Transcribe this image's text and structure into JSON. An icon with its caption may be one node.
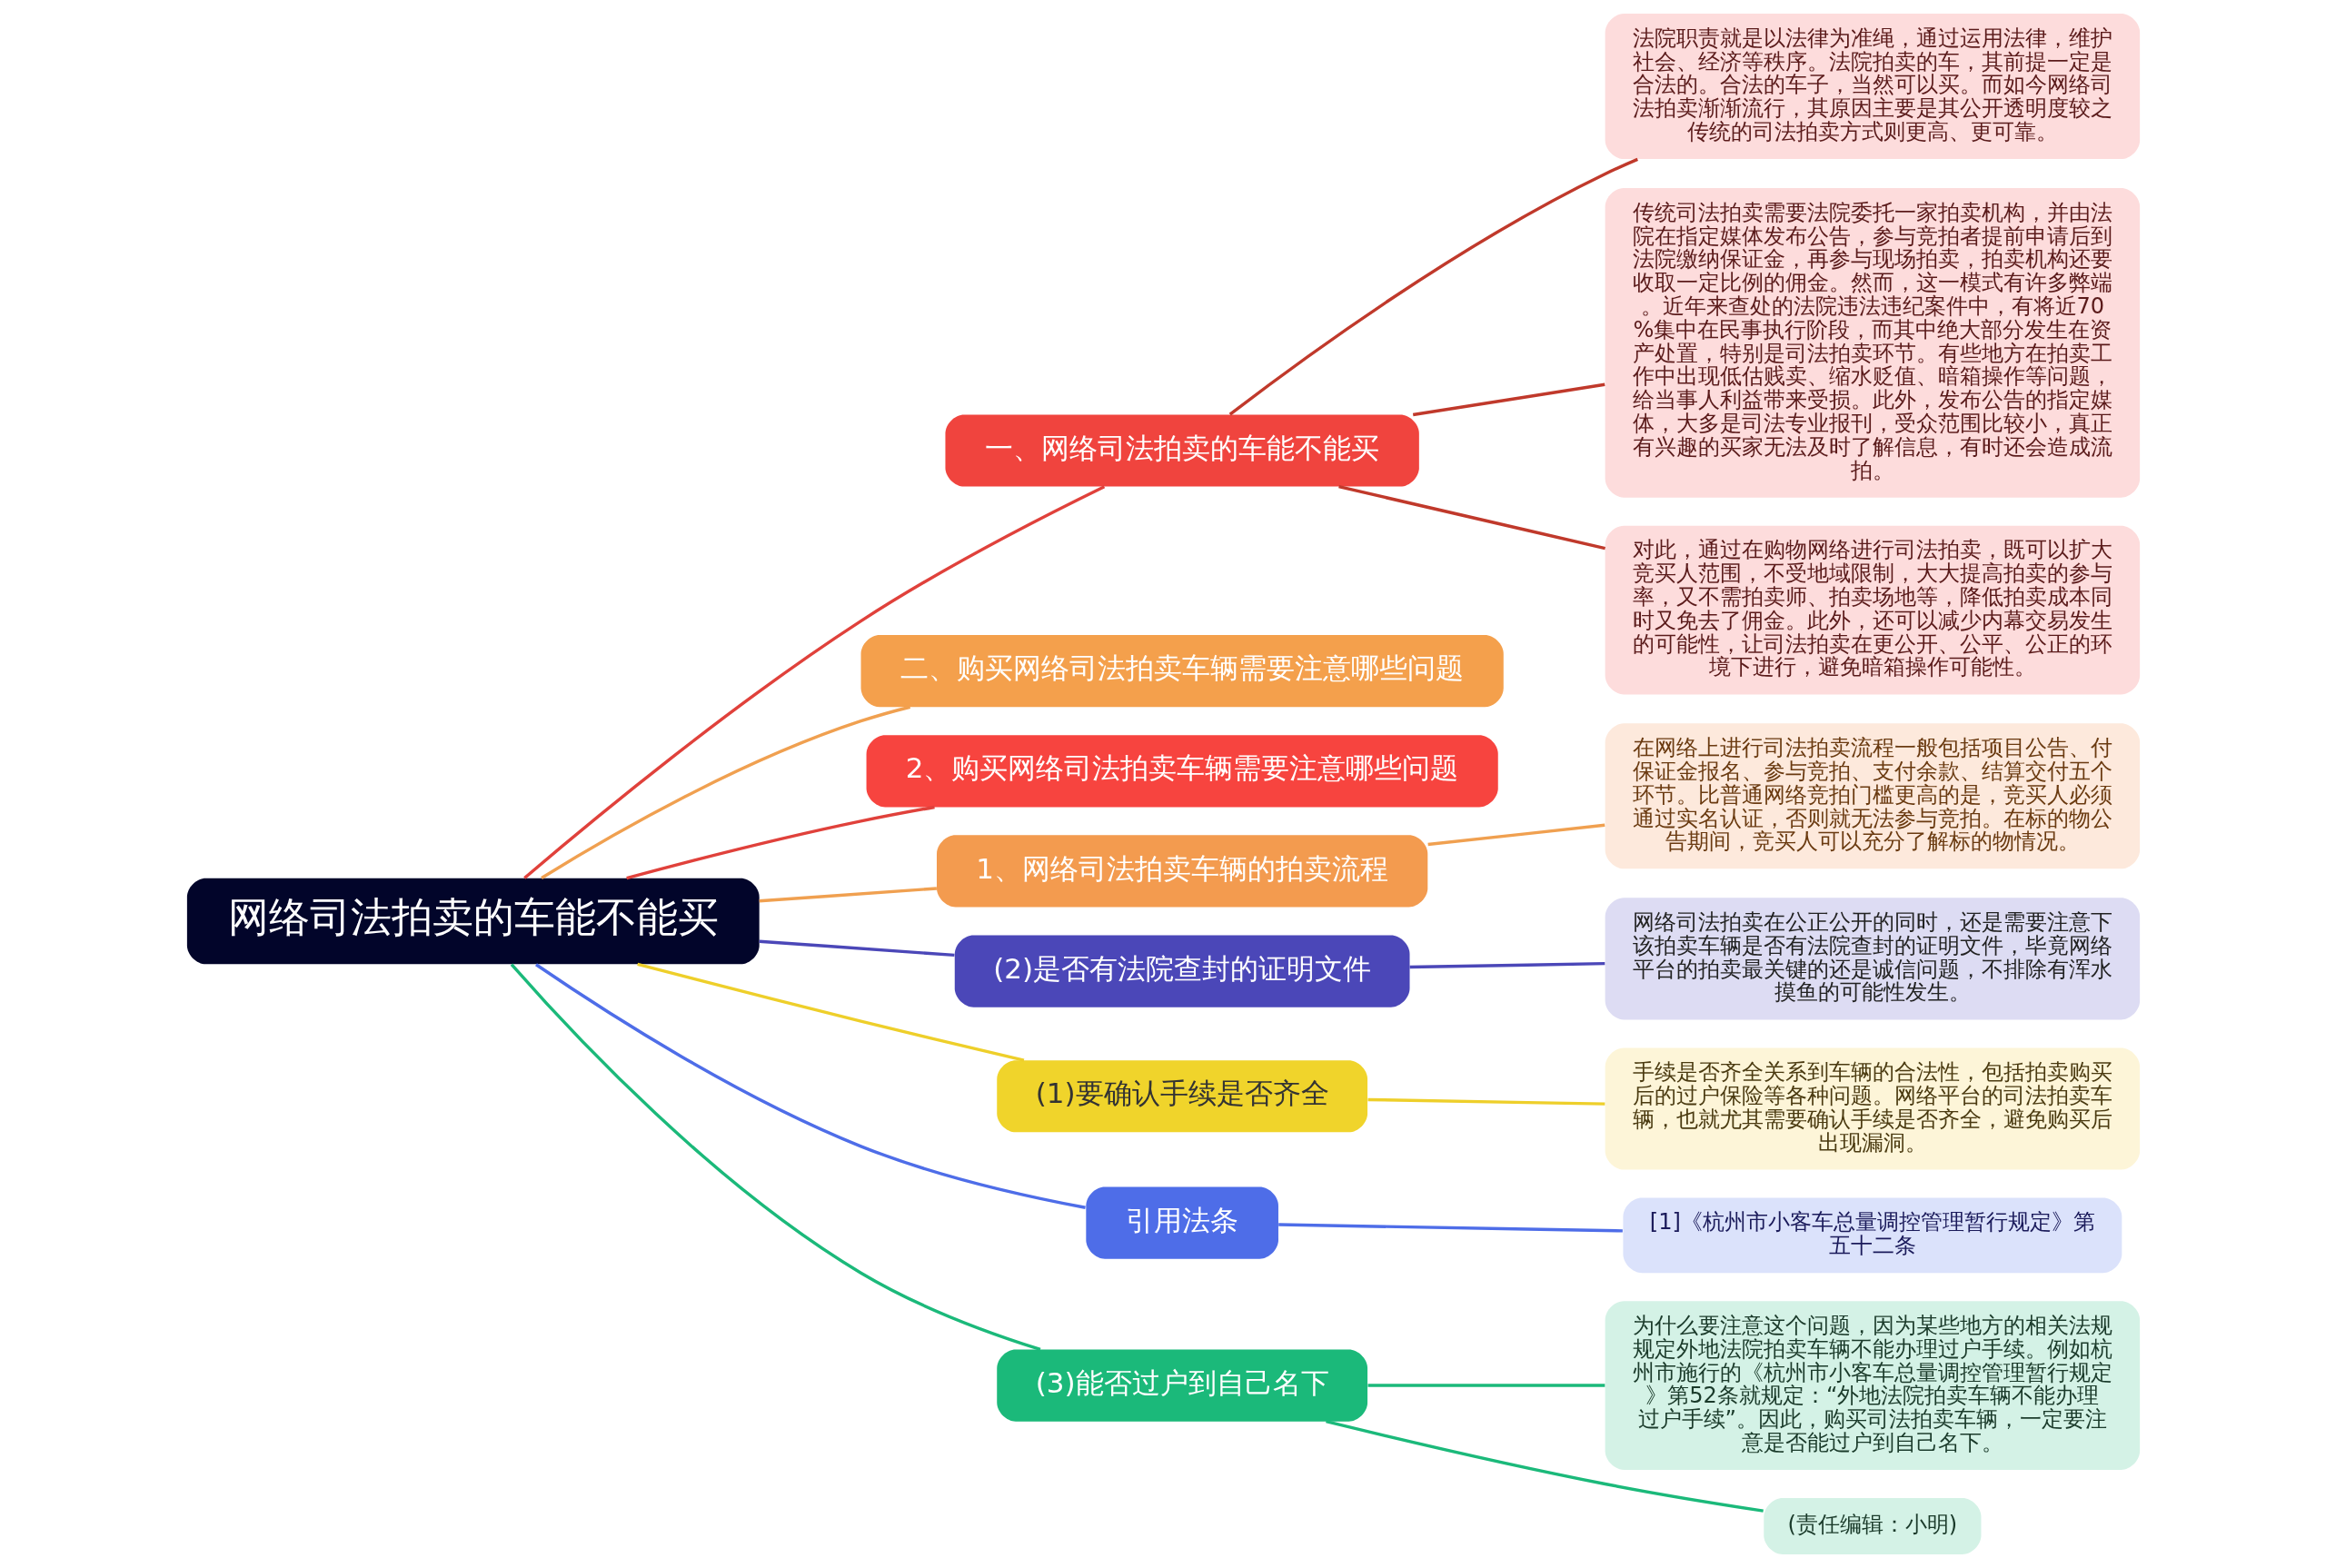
{
  "diagram": {
    "nodes": [
      {
        "text": [
          "网络司法拍卖的车能不能买"
        ]
      },
      {
        "text": [
          "一、网络司法拍卖的车能不能买"
        ]
      },
      {
        "text": [
          "法院职责就是以法律为准绳，通过运用法律，维护社会、经济等秩序。法院拍卖的车，其前提一定是合法的。合法的车子，当然可以买。而如今网络司法拍卖渐渐流行，其原因主要是其公开透明度较之传统的司法拍卖方式则更高、更可靠。"
        ]
      },
      {
        "text": [
          "传统司法拍卖需要法院委托一家拍卖机构，并由法院在指定媒体发布公告，参与竞拍者提前申请后到法院缴纳保证金，再参与现场拍卖，拍卖机构还要收取一定比例的佣金。然而，这一模式有许多弊端。近年来查处的法院违法违纪案件中，有将近70%集中在民事执行阶段，而其中绝大部分发生在资产处置，特别是司法拍卖环节。有些地方在拍卖工作中出现低估贱卖、缩水贬值、暗箱操作等问题，给当事人利益带来受损。此外，发布公告的指定媒体，大多是司法专业报刊，受众范围比较小，真正有兴趣的买家无法及时了解信息，有时还会造成流拍。"
        ]
      },
      {
        "text": [
          "对此，通过在购物网络进行司法拍卖，既可以扩大竞买人范围，不受地域限制，大大提高拍卖的参与率，又不需拍卖师、拍卖场地等，降低拍卖成本同时又免去了佣金。此外，还可以减少内幕交易发生的可能性，让司法拍卖在更公开、公平、公正的环境下进行，避免暗箱操作可能性。"
        ]
      },
      {
        "text": [
          "二、购买网络司法拍卖车辆需要注意哪些问题"
        ]
      },
      {
        "text": [
          "2、购买网络司法拍卖车辆需要注意哪些问题"
        ]
      },
      {
        "text": [
          "1、网络司法拍卖车辆的拍卖流程"
        ]
      },
      {
        "text": [
          "在网络上进行司法拍卖流程一般包括项目公告、付保证金报名、参与竞拍、支付余款、结算交付五个环节。比普通网络竞拍门槛更高的是，竞买人必须通过实名认证，否则就无法参与竞拍。在标的物公告期间，竞买人可以充分了解标的物情况。"
        ]
      },
      {
        "text": [
          "(2)是否有法院查封的证明文件"
        ]
      },
      {
        "text": [
          "网络司法拍卖在公正公开的同时，还是需要注意下该拍卖车辆是否有法院查封的证明文件，毕竟网络平台的拍卖最关键的还是诚信问题，不排除有浑水摸鱼的可能性发生。"
        ]
      },
      {
        "text": [
          "(1)要确认手续是否齐全"
        ]
      },
      {
        "text": [
          "手续是否齐全关系到车辆的合法性，包括拍卖购买后的过户保险等各种问题。网络平台的司法拍卖车辆，也就尤其需要确认手续是否齐全，避免购买后出现漏洞。"
        ]
      },
      {
        "text": [
          "引用法条"
        ]
      },
      {
        "text": [
          "[1]《杭州市小客车总量调控管理暂行规定》第五十二条"
        ]
      },
      {
        "text": [
          "(3)能否过户到自己名下"
        ]
      },
      {
        "text": [
          "为什么要注意这个问题，因为某些地方的相关法规规定外地法院拍卖车辆不能办理过户手续。例如杭州市施行的《杭州市小客车总量调控管理暂行规定》第52条就规定：“外地法院拍卖车辆不能办理过户手续”。因此，购买司法拍卖车辆，一定要注意是否能过户到自己名下。"
        ]
      },
      {
        "text": [
          "(责任编辑：小明)"
        ]
      }
    ],
    "edges": [
      {
        "from": 0,
        "to": 1,
        "arrow": "none",
        "color": "#e0413b"
      },
      {
        "from": 1,
        "to": 2,
        "arrow": "none",
        "color": "#c0392b"
      },
      {
        "from": 1,
        "to": 3,
        "arrow": "none",
        "color": "#c0392b"
      },
      {
        "from": 1,
        "to": 4,
        "arrow": "none",
        "color": "#c0392b"
      },
      {
        "from": 0,
        "to": 5,
        "arrow": "none",
        "color": "#f0a050"
      },
      {
        "from": 0,
        "to": 6,
        "arrow": "none",
        "color": "#e0413b"
      },
      {
        "from": 0,
        "to": 7,
        "arrow": "none",
        "color": "#f0a050"
      },
      {
        "from": 7,
        "to": 8,
        "arrow": "none",
        "color": "#f0a050"
      },
      {
        "from": 0,
        "to": 9,
        "arrow": "none",
        "color": "#4b47b8"
      },
      {
        "from": 9,
        "to": 10,
        "arrow": "none",
        "color": "#4b47b8"
      },
      {
        "from": 0,
        "to": 11,
        "arrow": "none",
        "color": "#eecf2a"
      },
      {
        "from": 11,
        "to": 12,
        "arrow": "none",
        "color": "#eecf2a"
      },
      {
        "from": 0,
        "to": 13,
        "arrow": "none",
        "color": "#4e6de8"
      },
      {
        "from": 13,
        "to": 14,
        "arrow": "none",
        "color": "#4e6de8"
      },
      {
        "from": 0,
        "to": 15,
        "arrow": "none",
        "color": "#1bb97a"
      },
      {
        "from": 15,
        "to": 16,
        "arrow": "none",
        "color": "#1bb97a"
      },
      {
        "from": 15,
        "to": 17,
        "arrow": "none",
        "color": "#1bb97a"
      }
    ]
  }
}
